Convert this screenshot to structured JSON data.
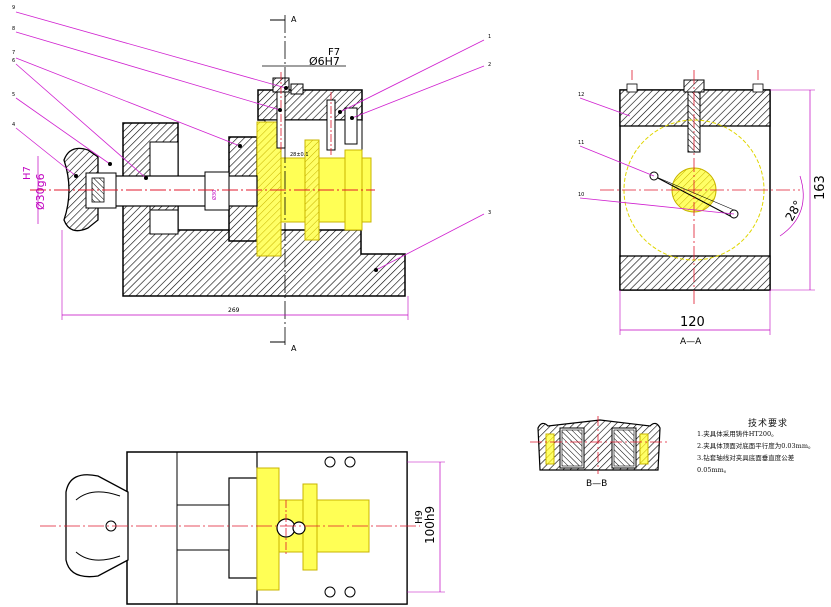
{
  "drawing": {
    "section_label_top": "A",
    "section_label_bottom": "A",
    "section_aa_title": "A—A",
    "section_bb_title": "B—B",
    "fit_top": "F7",
    "dia_top": "Ø6H7",
    "fit_left": "H7",
    "dia_left": "Ø30g6",
    "dim_small_center": "28±0.1",
    "dim_small_mid": "Ø30",
    "dim_overall_length": "269",
    "dim_aa_width": "120",
    "dim_aa_height": "163",
    "dim_aa_angle": "28°",
    "dim_plan_width": "100h9",
    "dim_plan_fit": "H9",
    "balloons": [
      "1",
      "2",
      "3",
      "4",
      "5",
      "6",
      "7",
      "8",
      "9",
      "10",
      "11",
      "12"
    ]
  },
  "notes": {
    "title": "技术要求",
    "items": [
      "1.夹具体采用铸件HT200。",
      "2.夹具体顶面对底面平行度为0.03mm。",
      "3.钻套轴线对夹具底面垂直度公差0.05mm。"
    ]
  },
  "colors": {
    "outline": "#000000",
    "centerline": "#e0182c",
    "leader": "#d020d0",
    "dimension": "#c000c0",
    "part_highlight": "#ffff33"
  }
}
